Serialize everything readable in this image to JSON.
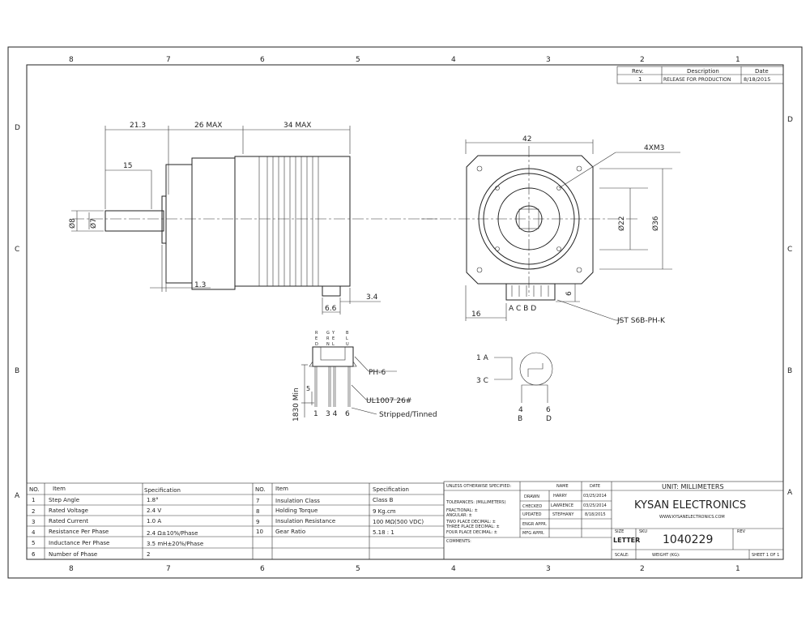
{
  "border": {
    "columns": [
      "8",
      "7",
      "6",
      "5",
      "4",
      "3",
      "2",
      "1"
    ],
    "rows": [
      "D",
      "C",
      "B",
      "A"
    ]
  },
  "revision": {
    "headers": [
      "Rev.",
      "Description",
      "Date"
    ],
    "row": [
      "1",
      "RELEASE FOR PRODUCTION",
      "8/18/2015"
    ]
  },
  "side_view": {
    "dim_21_3": "21.3",
    "dim_26max": "26 MAX",
    "dim_34max": "34 MAX",
    "dim_15": "15",
    "dia_8": "Ø8",
    "dia_7": "Ø7",
    "dim_1_3": "1.3",
    "dim_6_6": "6.6",
    "dim_3_4": "3.4"
  },
  "front_view": {
    "dim_42": "42",
    "holes": "4XM3",
    "dia_22": "Ø22",
    "dia_36": "Ø36",
    "dim_6": "6",
    "dim_16": "16",
    "pins": "A C B D",
    "connector": "JST S6B-PH-K"
  },
  "wiring": {
    "colors": [
      "R\nE\nD",
      "G\nR\nN",
      "Y\nE\nL",
      "B\nL\nU"
    ],
    "ph6": "PH-6",
    "wire": "UL1007 26#",
    "stripped": "Stripped/Tinned",
    "dim_1830": "1830 Min",
    "dim_5": "5",
    "pin_1": "1",
    "pin_34": "3 4",
    "pin_6": "6"
  },
  "schematic": {
    "a": "1 A",
    "c": "3 C",
    "b4": "4",
    "b": "B",
    "d6": "6",
    "d": "D"
  },
  "spec_table": {
    "headers": [
      "NO.",
      "Item",
      "Specification",
      "NO.",
      "Item",
      "Specification"
    ],
    "left": [
      [
        "1",
        "Step Angle",
        "1.8°"
      ],
      [
        "2",
        "Rated Voltage",
        "2.4 V"
      ],
      [
        "3",
        "Rated Current",
        "1.0 A"
      ],
      [
        "4",
        "Resistance Per Phase",
        "2.4 Ω±10%/Phase"
      ],
      [
        "5",
        "Inductance Per Phase",
        "3.5 mH±20%/Phase"
      ],
      [
        "6",
        "Number of Phase",
        "2"
      ]
    ],
    "right": [
      [
        "7",
        "Insulation Class",
        "Class B"
      ],
      [
        "8",
        "Holding Torque",
        "9 Kg.cm"
      ],
      [
        "9",
        "Insulation Resistance",
        "100 MΩ(500 VDC)"
      ],
      [
        "10",
        "Gear Ratio",
        "5.18 : 1"
      ]
    ]
  },
  "title_block": {
    "unless": "UNLESS OTHERWISE SPECIFIED:",
    "name_h": "NAME",
    "date_h": "DATE",
    "tolerances": "TOLERANCES: (MILLIMETERS)",
    "fractional": "FRACTIONAL: ±",
    "angular": "ANGULAR:   ±",
    "two": "TWO PLACE DECIMAL:   ±",
    "three": "THREE PLACE DECIMAL:  ±",
    "four": "FOUR PLACE DECIMAL:  ±",
    "rows": [
      [
        "DRAWN",
        "HARRY",
        "03/25/2014"
      ],
      [
        "CHECKED",
        "LAWRENCE",
        "03/25/2014"
      ],
      [
        "UPDATED",
        "STEPHANY",
        "8/18/2015"
      ],
      [
        "ENGR APPR.",
        "",
        ""
      ],
      [
        "MFG APPR.",
        "",
        ""
      ]
    ],
    "comments": "COMMENTS:",
    "unit": "UNIT: MILLIMETERS",
    "company": "KYSAN ELECTRONICS",
    "website": "WWW.KYSANELECTRONICS.COM",
    "size_l": "SIZE",
    "size": "LETTER",
    "sku_l": "SKU",
    "sku": "1040229",
    "rev_l": "REV",
    "scale": "SCALE:",
    "weight": "WEIGHT (KG):",
    "sheet": "SHEET 1 OF 1"
  }
}
